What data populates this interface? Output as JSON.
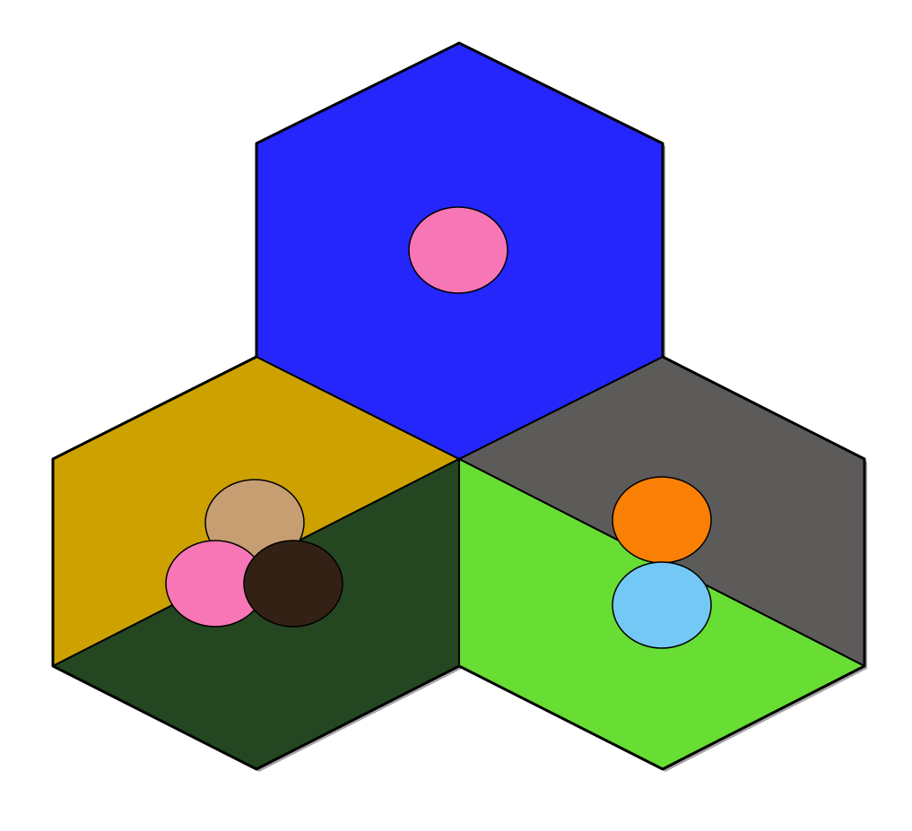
{
  "board": {
    "regions": [
      {
        "id": "top-hex",
        "color": "#2426fb"
      },
      {
        "id": "left-upper",
        "color": "#cda200"
      },
      {
        "id": "left-lower",
        "color": "#244722"
      },
      {
        "id": "right-upper",
        "color": "#5c5b5a"
      },
      {
        "id": "right-lower",
        "color": "#68dd33"
      }
    ],
    "tokens": [
      {
        "id": "top-pink",
        "region": "top-hex",
        "color": "#f776b5"
      },
      {
        "id": "left-tan",
        "region": "left-upper",
        "color": "#c79e72"
      },
      {
        "id": "left-pink",
        "region": "left-lower",
        "color": "#f776b5"
      },
      {
        "id": "left-dark-brown",
        "region": "left-lower",
        "color": "#332115"
      },
      {
        "id": "right-orange",
        "region": "right-upper",
        "color": "#fa8005"
      },
      {
        "id": "right-light-blue",
        "region": "right-lower",
        "color": "#73c8f5"
      }
    ]
  }
}
